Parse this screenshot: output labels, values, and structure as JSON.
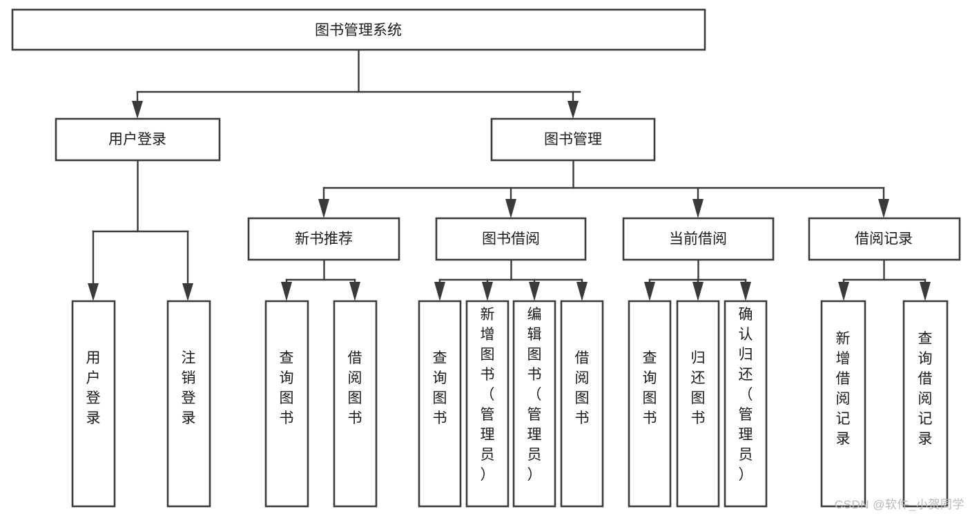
{
  "diagram": {
    "title": "图书管理系统",
    "type": "tree-hierarchy",
    "watermark": "CSDN @软件_小贺同学",
    "colors": {
      "box_stroke": "#3a3a3a",
      "box_fill": "#ffffff",
      "connector": "#3a3a3a",
      "text": "#1a1a1a",
      "watermark": "#b9b9b9",
      "background": "#ffffff"
    },
    "root": {
      "id": "root",
      "label": "图书管理系统",
      "orientation": "horizontal"
    },
    "level1": [
      {
        "id": "user-login",
        "label": "用户登录",
        "orientation": "horizontal"
      },
      {
        "id": "book-manage",
        "label": "图书管理",
        "orientation": "horizontal"
      }
    ],
    "level2": [
      {
        "id": "new-book-recommend",
        "label": "新书推荐",
        "orientation": "horizontal",
        "parent": "book-manage"
      },
      {
        "id": "book-borrow",
        "label": "图书借阅",
        "orientation": "horizontal",
        "parent": "book-manage"
      },
      {
        "id": "current-borrow",
        "label": "当前借阅",
        "orientation": "horizontal",
        "parent": "book-manage"
      },
      {
        "id": "borrow-record",
        "label": "借阅记录",
        "orientation": "horizontal",
        "parent": "book-manage"
      }
    ],
    "leaves": {
      "user_login": [
        {
          "id": "leaf-user-login",
          "label": "用户登录",
          "orientation": "vertical"
        },
        {
          "id": "leaf-user-logout",
          "label": "注销登录",
          "orientation": "vertical"
        }
      ],
      "new_book_recommend": [
        {
          "id": "leaf-query-book-1",
          "label": "查询图书",
          "orientation": "vertical"
        },
        {
          "id": "leaf-borrow-book-1",
          "label": "借阅图书",
          "orientation": "vertical"
        }
      ],
      "book_borrow": [
        {
          "id": "leaf-query-book-2",
          "label": "查询图书",
          "orientation": "vertical"
        },
        {
          "id": "leaf-add-book",
          "label": "新增图书（管理员）",
          "orientation": "vertical"
        },
        {
          "id": "leaf-edit-book",
          "label": "编辑图书（管理员）",
          "orientation": "vertical"
        },
        {
          "id": "leaf-borrow-book-2",
          "label": "借阅图书",
          "orientation": "vertical"
        }
      ],
      "current_borrow": [
        {
          "id": "leaf-query-book-3",
          "label": "查询图书",
          "orientation": "vertical"
        },
        {
          "id": "leaf-return-book",
          "label": "归还图书",
          "orientation": "vertical"
        },
        {
          "id": "leaf-confirm-return",
          "label": "确认归还（管理员）",
          "orientation": "vertical"
        }
      ],
      "borrow_record": [
        {
          "id": "leaf-add-record",
          "label": "新增借阅记录",
          "orientation": "vertical"
        },
        {
          "id": "leaf-query-record",
          "label": "查询借阅记录",
          "orientation": "vertical"
        }
      ]
    }
  }
}
